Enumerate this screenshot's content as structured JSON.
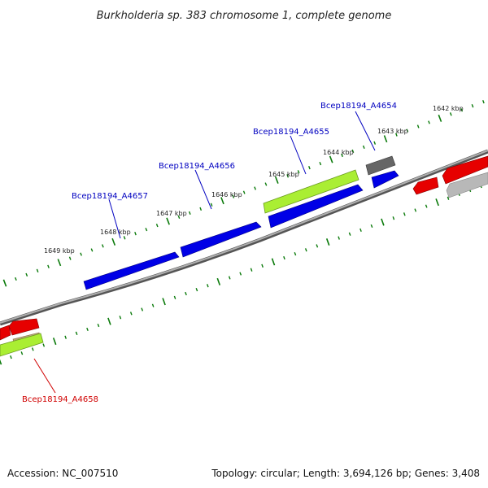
{
  "title": "Burkholderia sp. 383 chromosome 1, complete genome",
  "footer": {
    "accession": "Accession: NC_007510",
    "topology": "Topology: circular; Length: 3,694,126 bp; Genes: 3,408"
  },
  "colors": {
    "backbone": "#8c8c8c",
    "forward_gene": "#0000e6",
    "reverse_gene": "#e60000",
    "highlight_gene": "#aaee33",
    "gray_gene": "#666666",
    "light_gray_gene": "#b8b8b8",
    "tan_gene": "#b8a878",
    "tick_green": "#0a7a0a",
    "label_forward": "#0000c0",
    "label_reverse": "#d00000"
  },
  "ticks": [
    {
      "label": "1642 kbp"
    },
    {
      "label": "1643 kbp"
    },
    {
      "label": "1644 kbp"
    },
    {
      "label": "1645 kbp"
    },
    {
      "label": "1646 kbp"
    },
    {
      "label": "1647 kbp"
    },
    {
      "label": "1648 kbp"
    },
    {
      "label": "1649 kbp"
    }
  ],
  "gene_labels": [
    {
      "name": "Bcep18194_A4654",
      "strand": "forward"
    },
    {
      "name": "Bcep18194_A4655",
      "strand": "forward"
    },
    {
      "name": "Bcep18194_A4656",
      "strand": "forward"
    },
    {
      "name": "Bcep18194_A4657",
      "strand": "forward"
    },
    {
      "name": "Bcep18194_A4658",
      "strand": "reverse"
    }
  ]
}
